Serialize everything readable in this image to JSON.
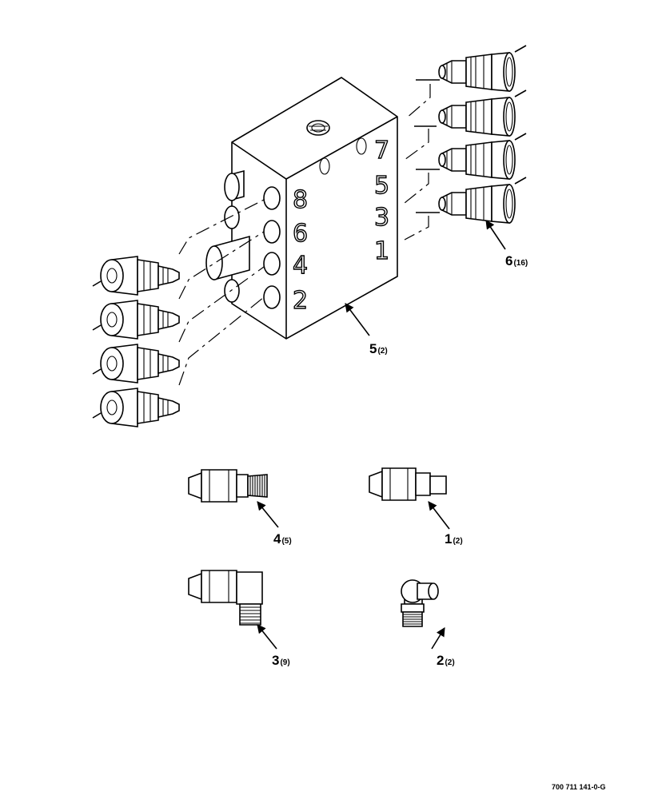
{
  "figure_id": "700 711 141-0-G",
  "block_port_numbers": {
    "left_face": [
      "8",
      "6",
      "4",
      "2"
    ],
    "right_face": [
      "7",
      "5",
      "3",
      "1"
    ]
  },
  "callouts": [
    {
      "item": "6",
      "qty": "(16)"
    },
    {
      "item": "5",
      "qty": "(2)"
    },
    {
      "item": "4",
      "qty": "(5)"
    },
    {
      "item": "1",
      "qty": "(2)"
    },
    {
      "item": "3",
      "qty": "(9)"
    },
    {
      "item": "2",
      "qty": "(2)"
    }
  ]
}
